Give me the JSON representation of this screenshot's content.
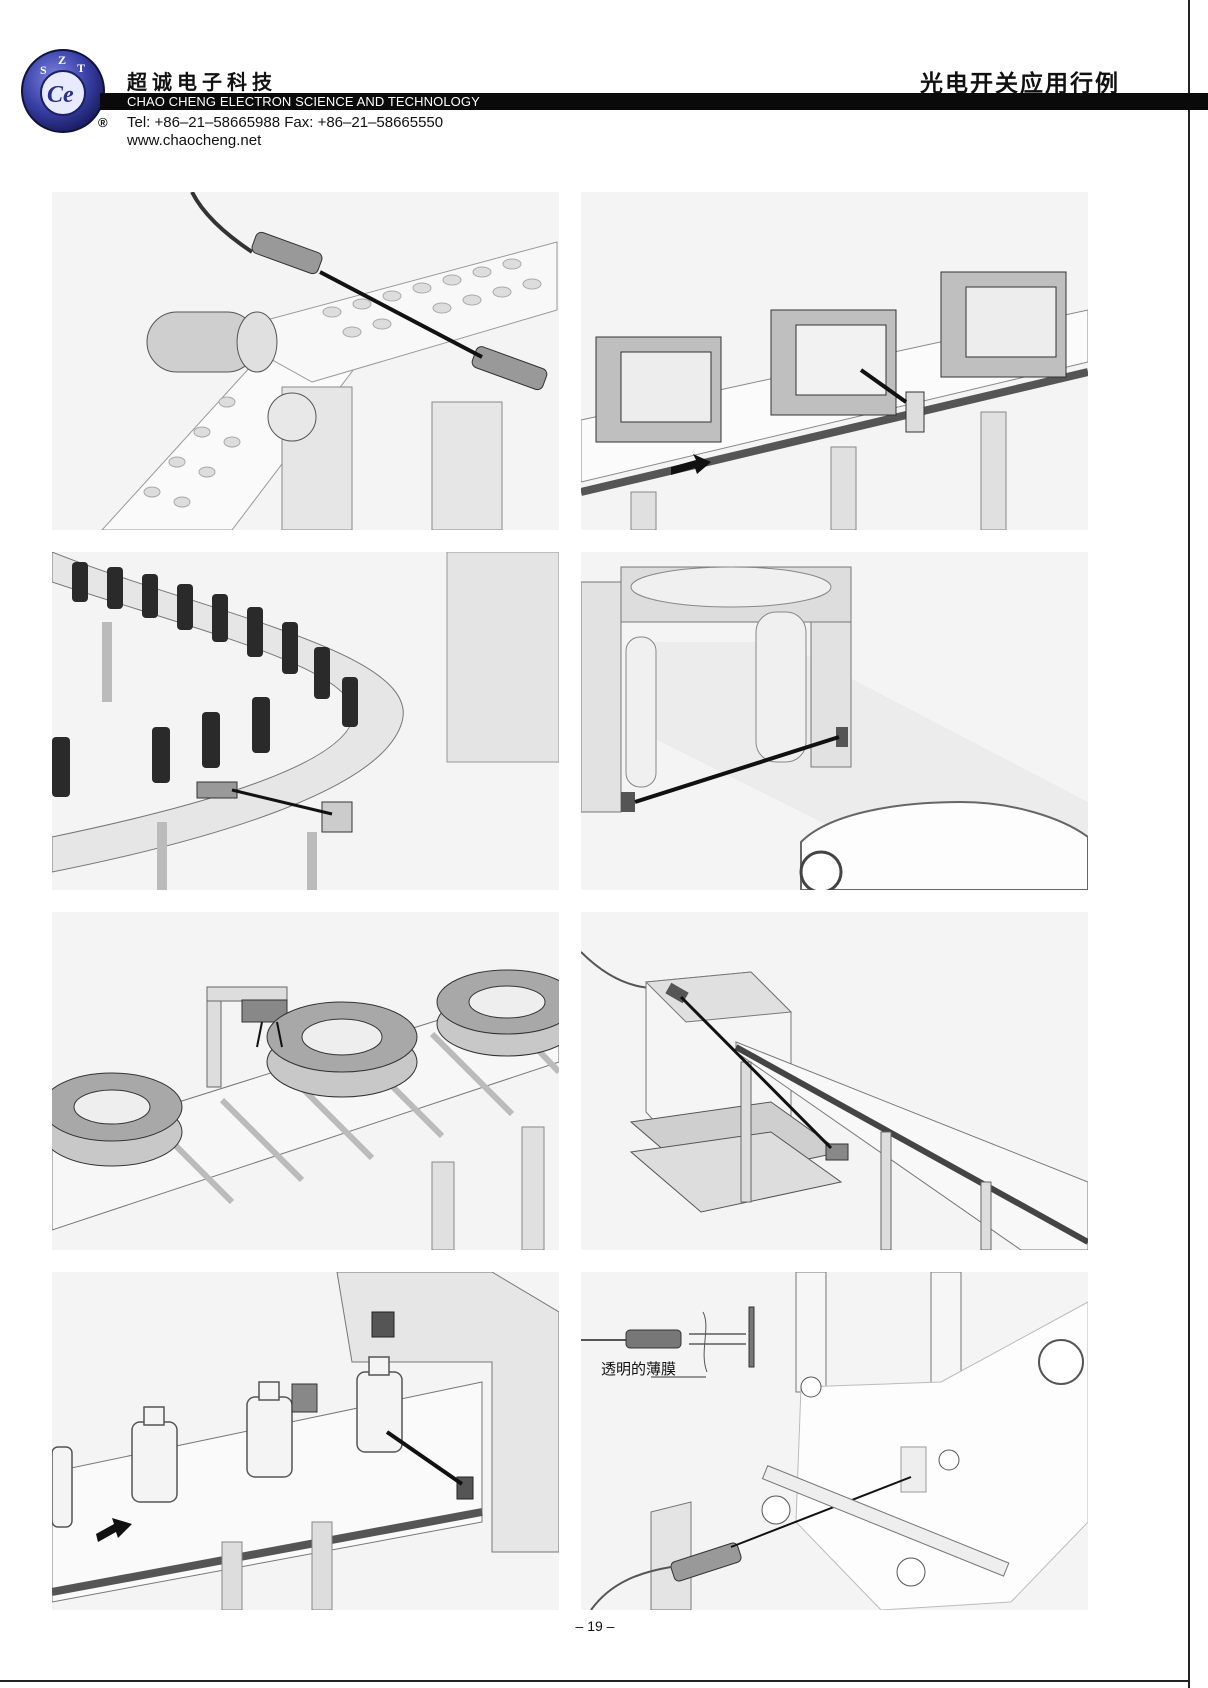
{
  "header": {
    "company_cn": "超诚电子科技",
    "company_en": "CHAO CHENG ELECTRON SCIENCE AND TECHNOLOGY",
    "tel_fax": "Tel: +86–21–58665988  Fax: +86–21–58665550",
    "website": "www.chaocheng.net",
    "page_title": "光电开关应用行例",
    "logo_letters": [
      "S",
      "Z",
      "T"
    ],
    "logo_monogram": "Ce",
    "registered_mark": "®"
  },
  "panels": {
    "film_label": "透明的薄膜"
  },
  "footer": {
    "page_number": "– 19 –"
  },
  "colors": {
    "bar": "#0a0a0a",
    "logo_blue": "#2a2f8f",
    "beam": "#111111",
    "panel_bg": "#f4f4f4"
  }
}
